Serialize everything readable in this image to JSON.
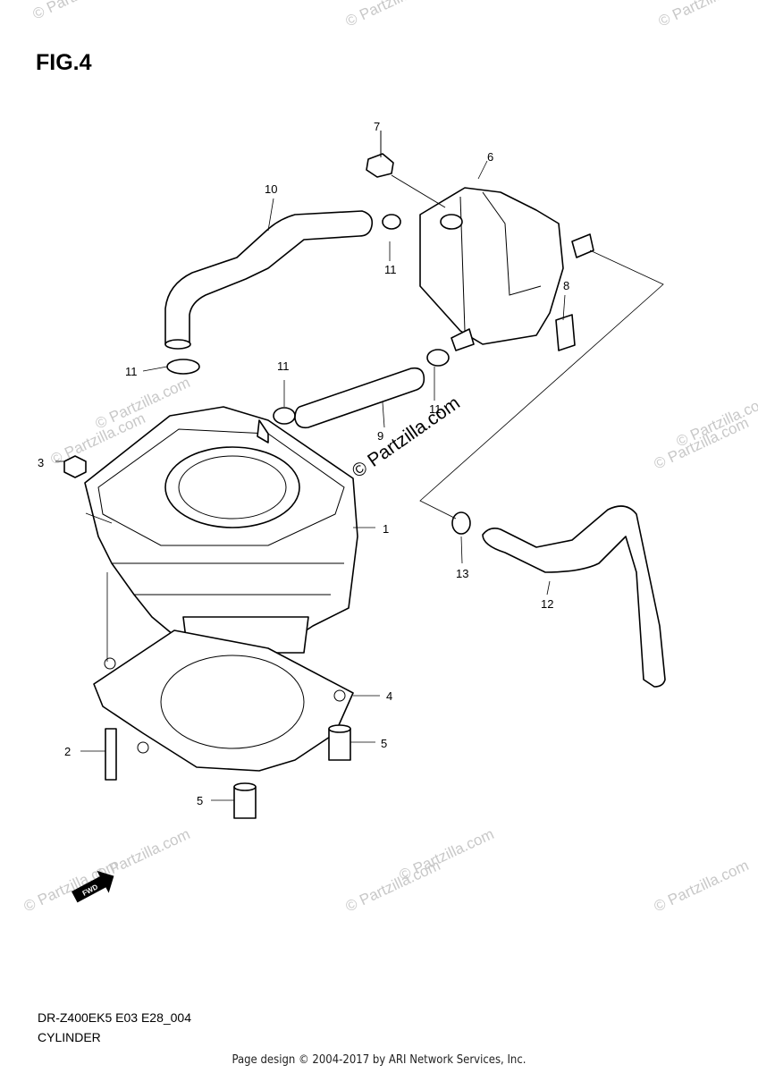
{
  "figure_title": "FIG.4",
  "diagram_code": "DR-Z400EK5 E03 E28_004",
  "diagram_name": "CYLINDER",
  "footer": "Page design © 2004-2017 by ARI Network Services, Inc.",
  "watermark": "© Partzilla.com",
  "callouts": [
    "1",
    "2",
    "3",
    "4",
    "5",
    "5",
    "6",
    "7",
    "8",
    "9",
    "10",
    "11",
    "11",
    "11",
    "11",
    "12",
    "13"
  ],
  "fwd_label": "FWD"
}
